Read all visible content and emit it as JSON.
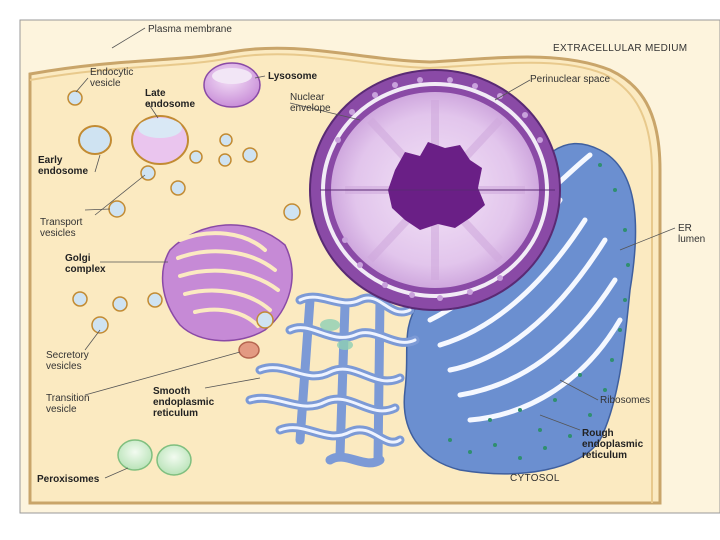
{
  "labels": {
    "plasma_membrane": "Plasma membrane",
    "extracellular_medium": "EXTRACELLULAR MEDIUM",
    "endocytic_vesicle": [
      "Endocytic",
      "vesicle"
    ],
    "late_endosome": [
      "Late",
      "endosome"
    ],
    "lysosome": "Lysosome",
    "perinuclear_space": "Perinuclear space",
    "nuclear_envelope": [
      "Nuclear",
      "envelope"
    ],
    "early_endosome": [
      "Early",
      "endosome"
    ],
    "transport_vesicles": [
      "Transport",
      "vesicles"
    ],
    "golgi_complex": [
      "Golgi",
      "complex"
    ],
    "er_lumen": [
      "ER",
      "lumen"
    ],
    "secretory_vesicles": [
      "Secretory",
      "vesicles"
    ],
    "transition_vesicle": [
      "Transition",
      "vesicle"
    ],
    "smooth_er": [
      "Smooth",
      "endoplasmic",
      "reticulum"
    ],
    "ribosomes": "Ribosomes",
    "rough_er": [
      "Rough",
      "endoplasmic",
      "reticulum"
    ],
    "peroxisomes": "Peroxisomes",
    "cytosol": "CYTOSOL"
  },
  "colors": {
    "cell_fill": "#fbeac1",
    "cell_border": "#c9a56a",
    "nucleus_purple": "#8a4aa6",
    "nucleoplasm": "#e9d2f0",
    "nucleolus": "#6a1f86",
    "rough_er": "#6b8fd0",
    "smooth_er": "#7c9ad6",
    "golgi": "#c68ad6",
    "lysosome": "#d6a4e0",
    "peroxisome": "#d2f0d2",
    "leader": "#555555"
  }
}
